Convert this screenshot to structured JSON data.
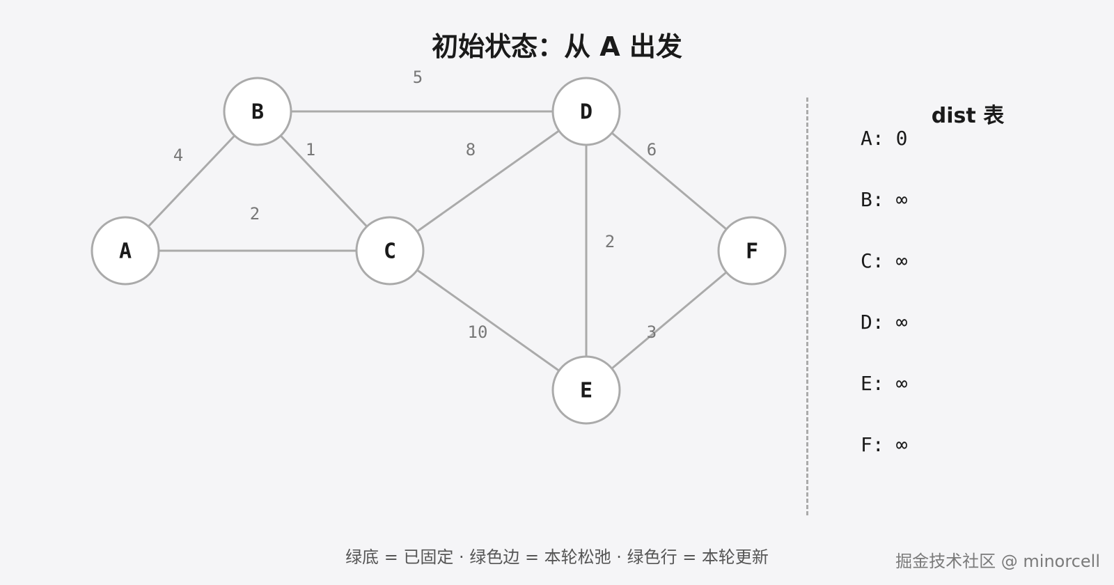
{
  "title": "初始状态：从 A 出发",
  "graph": {
    "nodes": [
      {
        "id": "A",
        "label": "A"
      },
      {
        "id": "B",
        "label": "B"
      },
      {
        "id": "C",
        "label": "C"
      },
      {
        "id": "D",
        "label": "D"
      },
      {
        "id": "E",
        "label": "E"
      },
      {
        "id": "F",
        "label": "F"
      }
    ],
    "edges": [
      {
        "from": "A",
        "to": "B",
        "weight": "4"
      },
      {
        "from": "A",
        "to": "C",
        "weight": "2"
      },
      {
        "from": "B",
        "to": "C",
        "weight": "1"
      },
      {
        "from": "B",
        "to": "D",
        "weight": "5"
      },
      {
        "from": "C",
        "to": "D",
        "weight": "8"
      },
      {
        "from": "C",
        "to": "E",
        "weight": "10"
      },
      {
        "from": "D",
        "to": "E",
        "weight": "2"
      },
      {
        "from": "D",
        "to": "F",
        "weight": "6"
      },
      {
        "from": "E",
        "to": "F",
        "weight": "3"
      }
    ]
  },
  "dist_table": {
    "title": "dist 表",
    "rows": [
      {
        "node": "A",
        "text": "A: 0"
      },
      {
        "node": "B",
        "text": "B: ∞"
      },
      {
        "node": "C",
        "text": "C: ∞"
      },
      {
        "node": "D",
        "text": "D: ∞"
      },
      {
        "node": "E",
        "text": "E: ∞"
      },
      {
        "node": "F",
        "text": "F: ∞"
      }
    ]
  },
  "legend": "绿底 = 已固定 · 绿色边 = 本轮松弛 · 绿色行 = 本轮更新",
  "watermark": "掘金技术社区 @ minorcell",
  "colors": {
    "background": "#f5f5f7",
    "edge": "#aaaaaa",
    "node_fill": "#ffffff",
    "node_stroke": "#aaaaaa",
    "weight_text": "#777777",
    "text": "#1a1a1a"
  }
}
